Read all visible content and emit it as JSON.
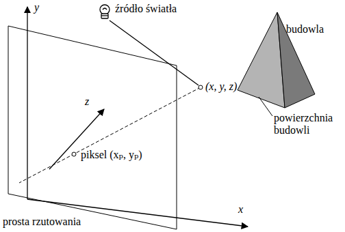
{
  "diagram": {
    "labels": [
      "y",
      "źródło światła",
      "budowla",
      "z",
      "(x, y, z)",
      "powierzchnia budowli",
      "piksel (xₚ, yₚ)",
      "x",
      "prosta rzutowania"
    ]
  }
}
